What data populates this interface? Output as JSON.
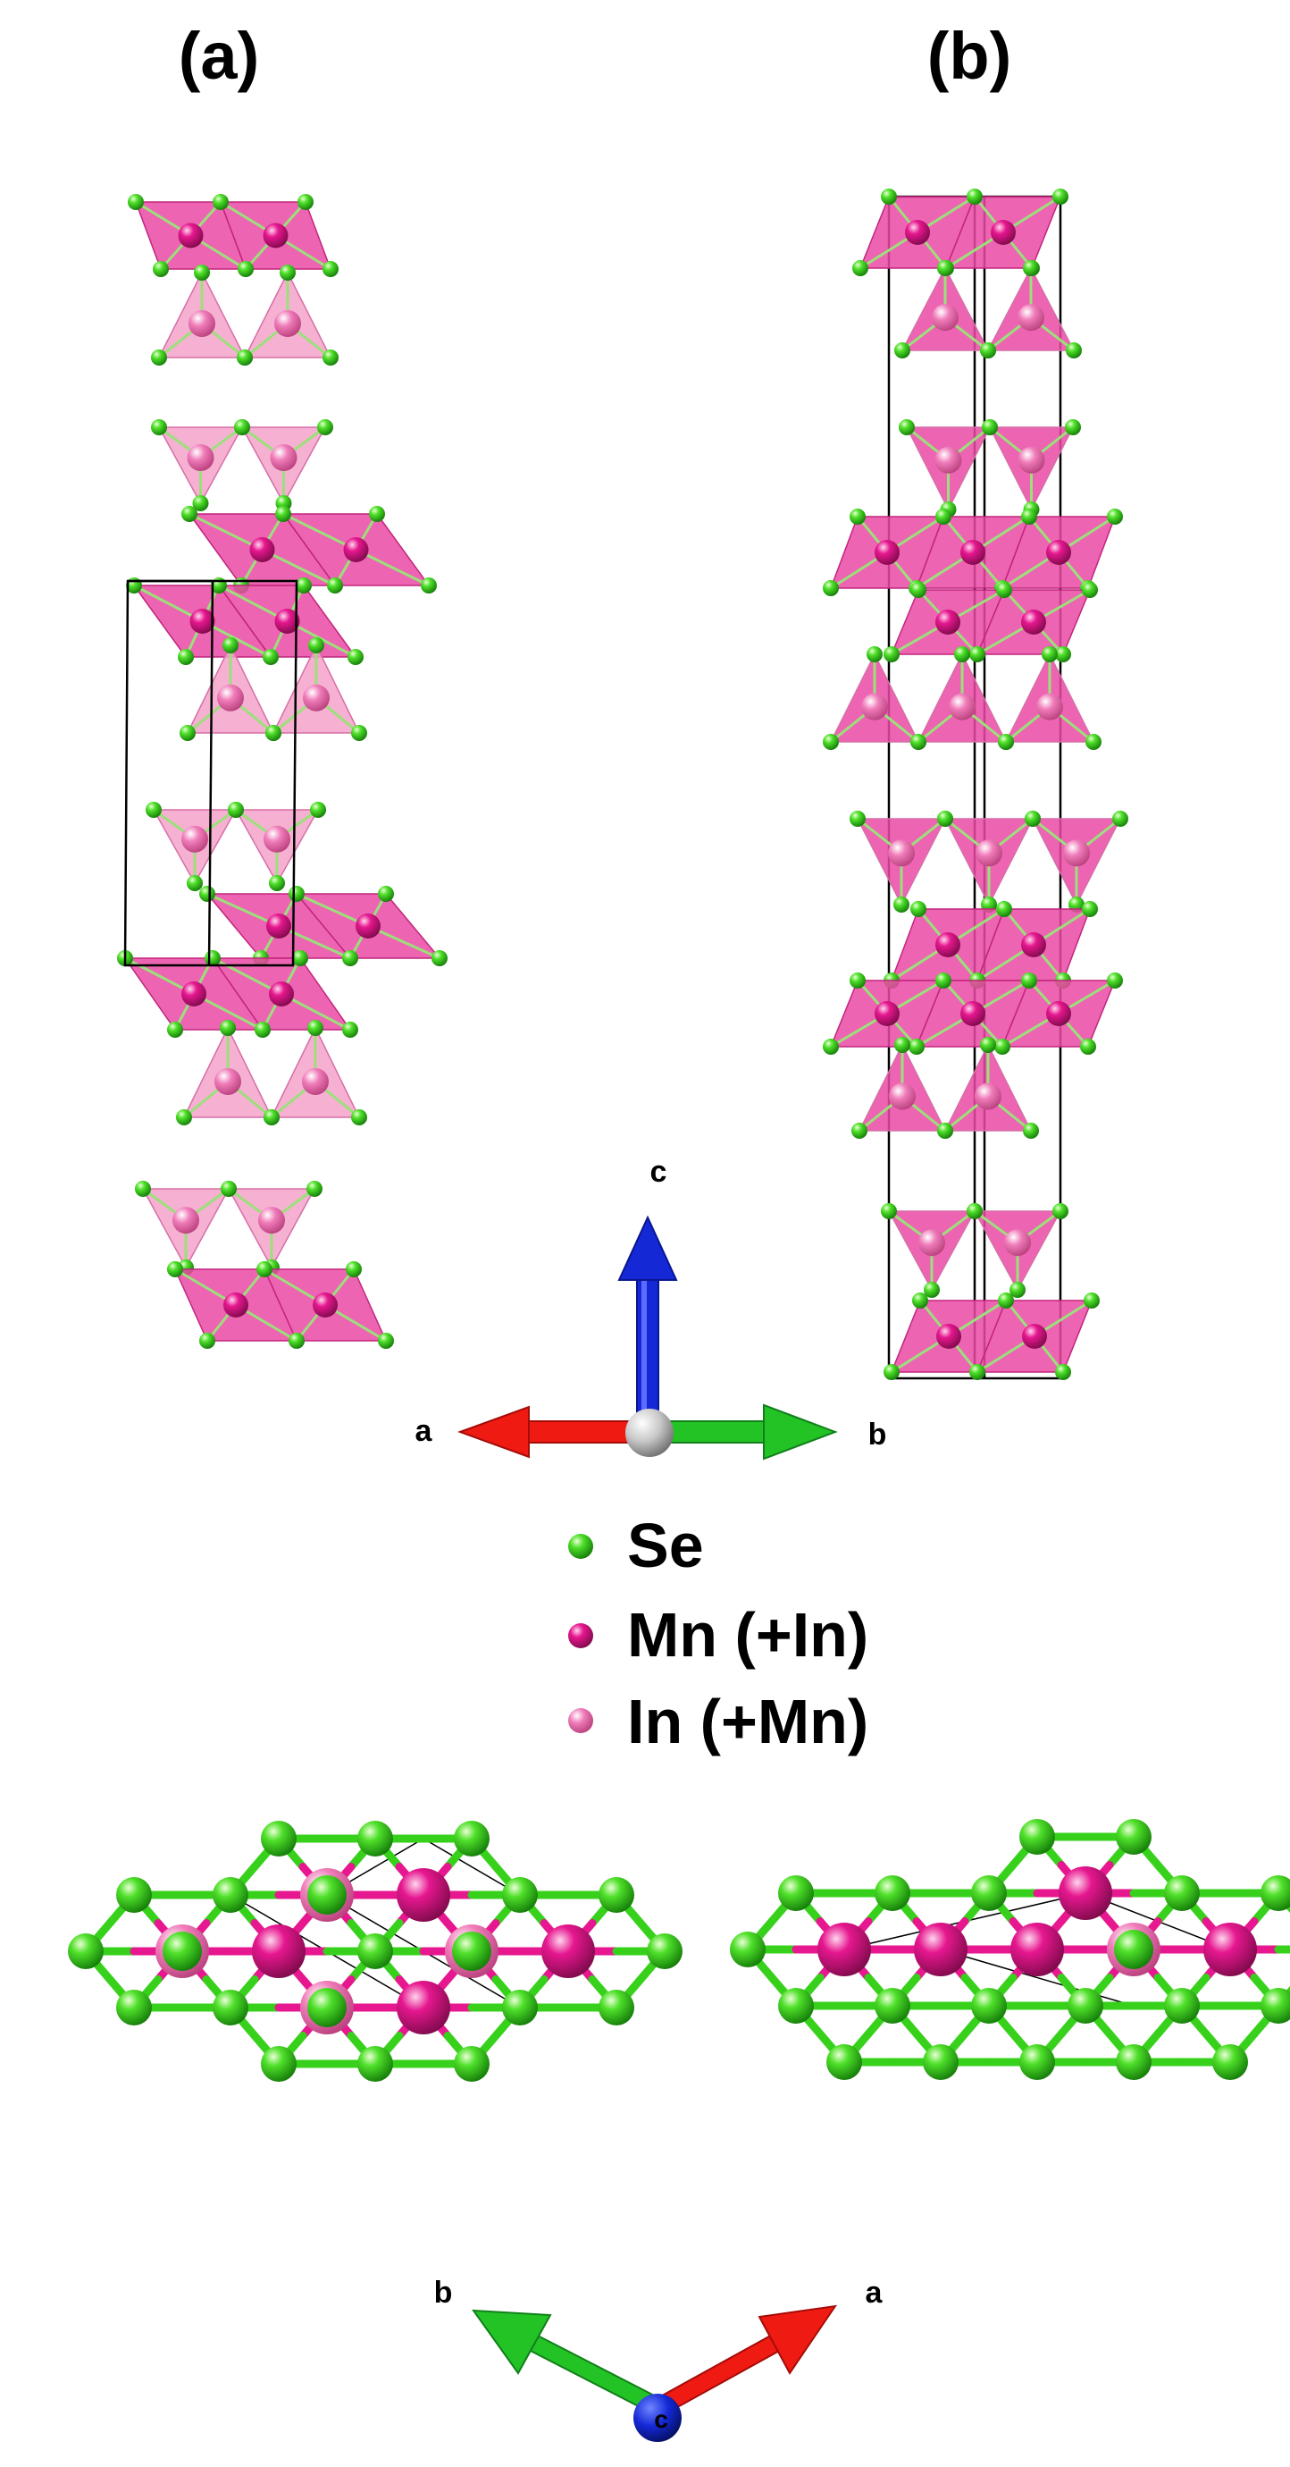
{
  "panels": {
    "a": {
      "label": "(a)"
    },
    "b": {
      "label": "(b)"
    }
  },
  "side_axes": {
    "a": "a",
    "b": "b",
    "c": "c"
  },
  "top_axes": {
    "a": "a",
    "b": "b",
    "c": "c"
  },
  "legend": [
    {
      "label": "Se",
      "color": "#37d11c"
    },
    {
      "label": "Mn (+In)",
      "color": "#e6178f"
    },
    {
      "label": "In (+Mn)",
      "color": "#f07cba"
    }
  ],
  "colors": {
    "se": "#37d11c",
    "mn": "#e6178f",
    "in": "#f07cba",
    "octahedron": "#ea4aa5",
    "tetrahedron": "#f4a3ca",
    "axis_a": "#ef1a12",
    "axis_b": "#23c326",
    "axis_c": "#1428d6",
    "origin": "#c8c8c8"
  }
}
